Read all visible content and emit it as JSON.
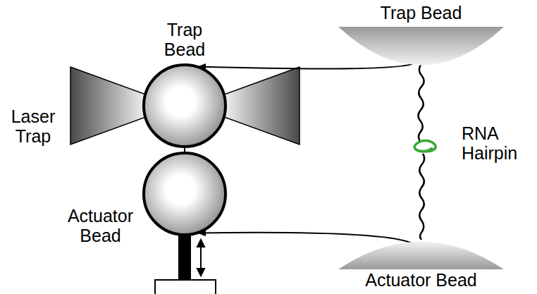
{
  "diagram": {
    "nodes": [
      {
        "text": [
          "Trap Bead"
        ]
      },
      {
        "text": [
          "Actuator Bead"
        ]
      },
      {
        "text": [
          "Trap Bead"
        ]
      },
      {
        "text": [
          "Actuator Bead"
        ]
      }
    ],
    "edges": [
      {
        "from": 2,
        "to": 0,
        "arrow": "to"
      },
      {
        "from": 3,
        "to": 1,
        "arrow": "to"
      }
    ],
    "labels": [
      "Laser Trap",
      "RNA Hairpin"
    ]
  }
}
